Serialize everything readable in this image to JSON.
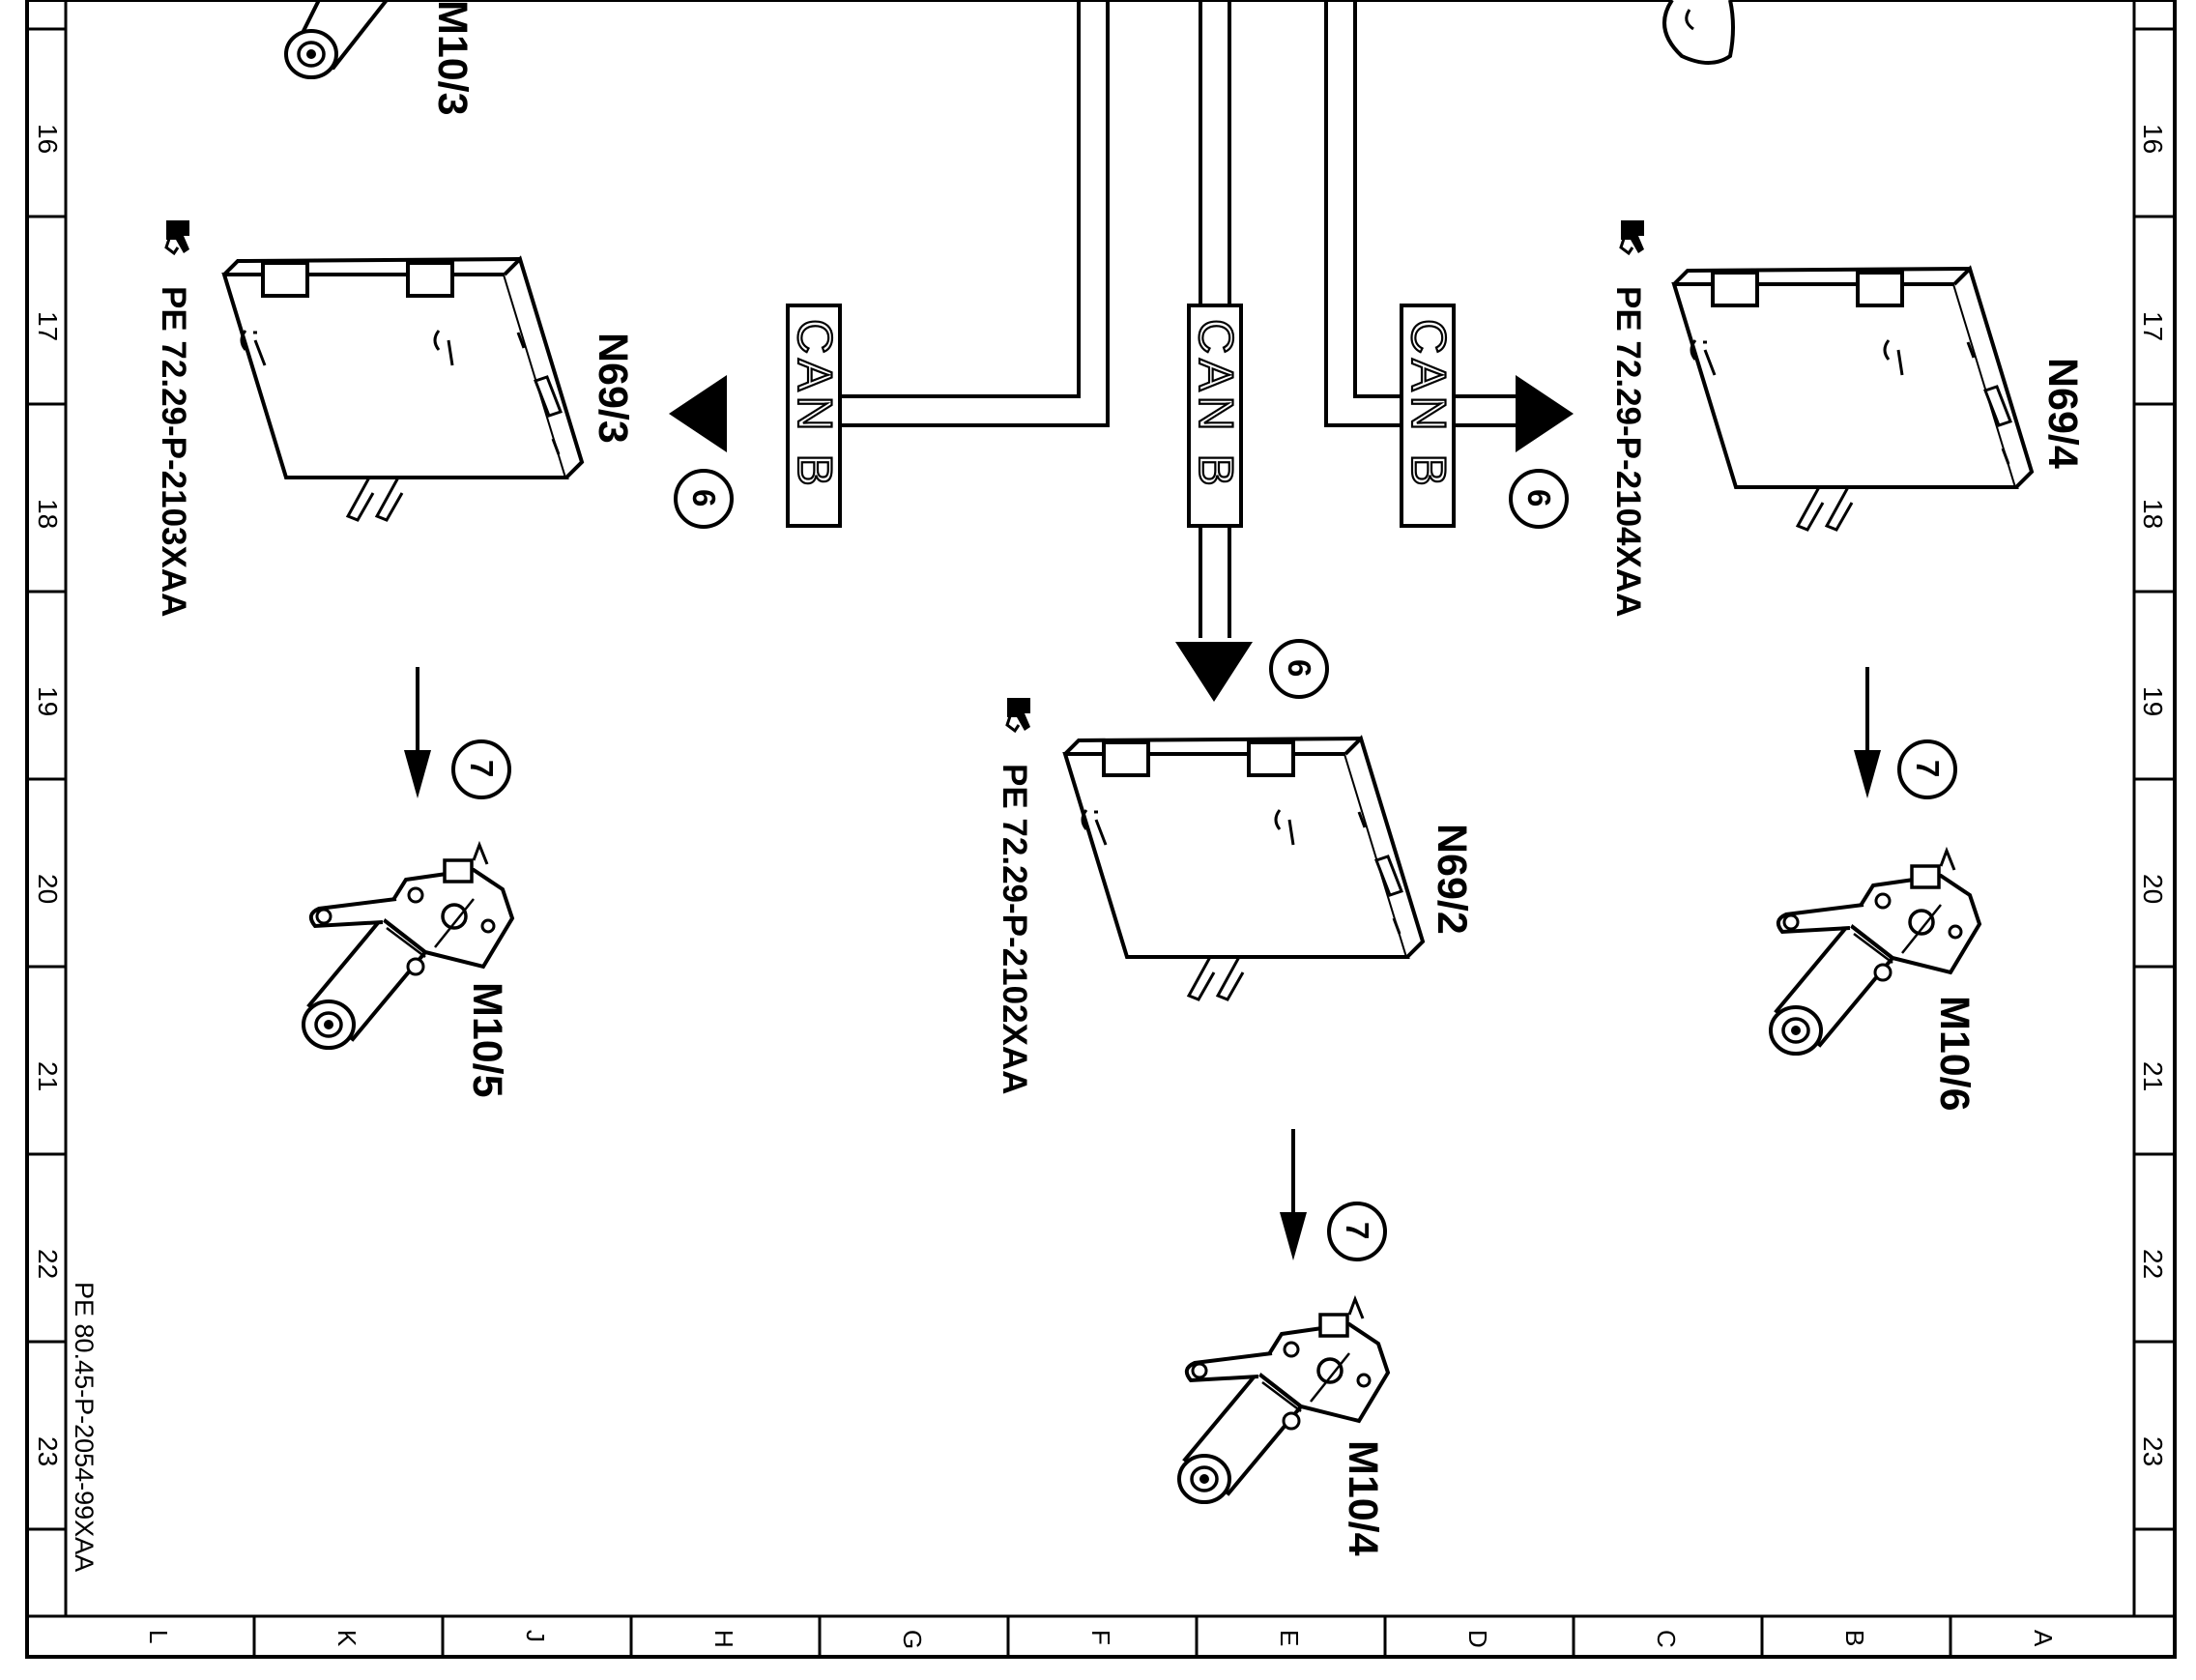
{
  "grid": {
    "rows": [
      "16",
      "17",
      "18",
      "19",
      "20",
      "21",
      "22",
      "23"
    ],
    "columns": [
      "L",
      "K",
      "J",
      "H",
      "G",
      "F",
      "E",
      "D",
      "C",
      "B",
      "A"
    ]
  },
  "footer_ref": "PE 80.45-P-2054-99XAA",
  "bus": {
    "label": "CAN B"
  },
  "components": {
    "n69_3": {
      "label": "N69/3",
      "ref": "PE 72.29-P-2103XAA"
    },
    "n69_4": {
      "label": "N69/4",
      "ref": "PE 72.29-P-2104XAA"
    },
    "n69_2": {
      "label": "N69/2",
      "ref": "PE 72.29-P-2102XAA"
    },
    "m10_3": {
      "label": "M10/3"
    },
    "m10_5": {
      "label": "M10/5"
    },
    "m10_6": {
      "label": "M10/6"
    },
    "m10_4": {
      "label": "M10/4"
    }
  },
  "steps": {
    "bus_step": "6",
    "motor_step": "7"
  }
}
